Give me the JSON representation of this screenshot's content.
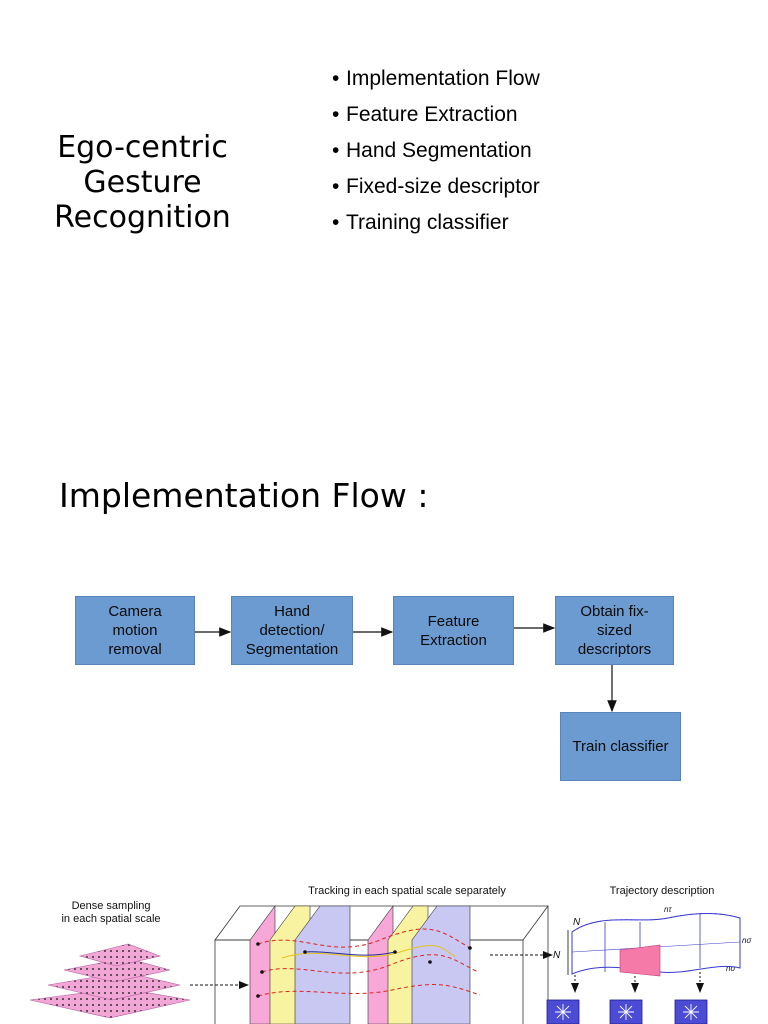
{
  "slide1": {
    "title_lines": [
      "Ego-centric",
      "Gesture",
      "Recognition"
    ],
    "bullets": [
      "Implementation Flow",
      "Feature Extraction",
      "Hand Segmentation",
      "Fixed-size descriptor",
      "Training classifier"
    ],
    "bullet_symbol": "•"
  },
  "slide2": {
    "title": "Implementation Flow :",
    "flow_boxes": [
      "Camera\nmotion\nremoval",
      "Hand\ndetection/\nSegmentation",
      "Feature\nExtraction",
      "Obtain fix-\nsized\ndescriptors",
      "Train classifier"
    ],
    "box_color": "#6b9bd1"
  },
  "figure": {
    "dense_label_lines": [
      "Dense sampling",
      "in each spatial scale"
    ],
    "tracking_label": "Tracking in each spatial scale separately",
    "trajectory_label": "Trajectory description",
    "symbols": {
      "N_top": "N",
      "N_right": "N",
      "n_tau": "nτ",
      "n_sigma_right": "nσ",
      "n_sigma_lower": "nσ"
    }
  }
}
